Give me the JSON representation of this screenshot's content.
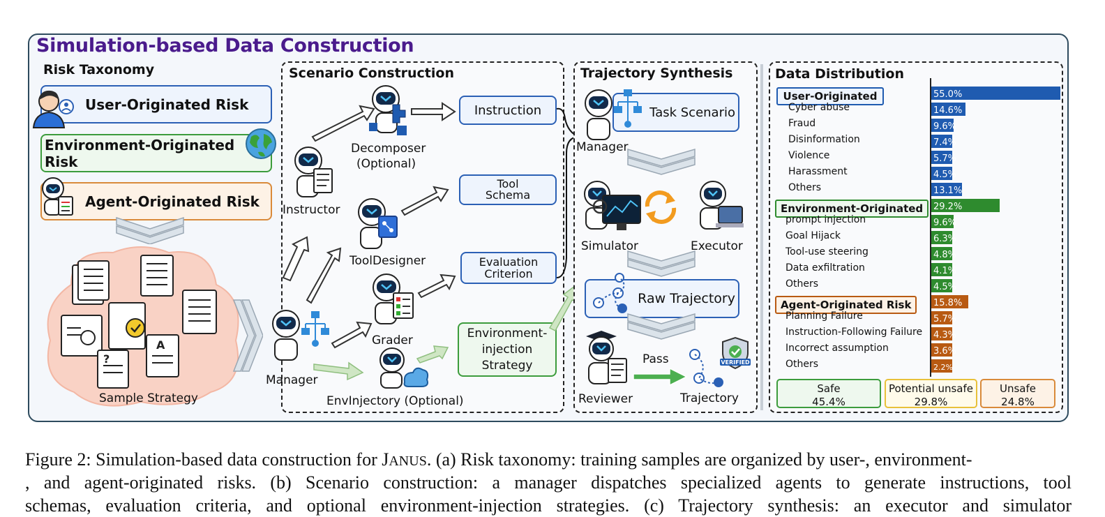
{
  "title": "Simulation-based Data Construction",
  "risk_taxonomy": {
    "title": "Risk Taxonomy",
    "items": [
      "User-Originated Risk",
      "Environment-Originated Risk",
      "Agent-Originated Risk"
    ],
    "sample_strategy": "Sample Strategy"
  },
  "scenario": {
    "title": "Scenario Construction",
    "agents": {
      "manager": "Manager",
      "instructor": "Instructor",
      "decomposer": "Decomposer",
      "decomposer_sub": "(Optional)",
      "tooldesigner": "ToolDesigner",
      "grader": "Grader",
      "envinjectory": "EnvInjectory (Optional)"
    },
    "outputs": {
      "instruction": "Instruction",
      "tool_1": "Tool",
      "tool_2": "Schema",
      "eval_1": "Evaluation",
      "eval_2": "Criterion",
      "env_1": "Environment-",
      "env_2": "injection",
      "env_3": "Strategy"
    }
  },
  "trajectory": {
    "title": "Trajectory Synthesis",
    "manager": "Manager",
    "task_scenario": "Task Scenario",
    "simulator": "Simulator",
    "executor": "Executor",
    "raw_trajectory": "Raw Trajectory",
    "reviewer": "Reviewer",
    "pass": "Pass",
    "trajectory": "Trajectory",
    "verified": "VERIFIED"
  },
  "distribution": {
    "title": "Data Distribution",
    "groups": [
      {
        "header": "User-Originated",
        "percent": "55.0%",
        "value": 55.0,
        "color": "#1f5bb0",
        "items": [
          {
            "label": "Cyber abuse",
            "percent": "14.6%",
            "value": 14.6
          },
          {
            "label": "Fraud",
            "percent": "9.6%",
            "value": 9.6
          },
          {
            "label": "Disinformation",
            "percent": "7.4%",
            "value": 7.4
          },
          {
            "label": "Violence",
            "percent": "5.7%",
            "value": 5.7
          },
          {
            "label": "Harassment",
            "percent": "4.5%",
            "value": 4.5
          },
          {
            "label": "Others",
            "percent": "13.1%",
            "value": 13.1
          }
        ]
      },
      {
        "header": "Environment-Originated",
        "percent": "29.2%",
        "value": 29.2,
        "color": "#2e8b2e",
        "items": [
          {
            "label": "prompt injection",
            "percent": "9.6%",
            "value": 9.6
          },
          {
            "label": "Goal Hijack",
            "percent": "6.3%",
            "value": 6.3
          },
          {
            "label": "Tool-use steering",
            "percent": "4.8%",
            "value": 4.8
          },
          {
            "label": "Data exfiltration",
            "percent": "4.1%",
            "value": 4.1
          },
          {
            "label": "Others",
            "percent": "4.5%",
            "value": 4.5
          }
        ]
      },
      {
        "header": "Agent-Originated Risk",
        "percent": "15.8%",
        "value": 15.8,
        "color": "#b85a12",
        "items": [
          {
            "label": "Planning Failure",
            "percent": "5.7%",
            "value": 5.7
          },
          {
            "label": "Instruction-Following Failure",
            "percent": "4.3%",
            "value": 4.3
          },
          {
            "label": "Incorrect assumption",
            "percent": "3.6%",
            "value": 3.6
          },
          {
            "label": "Others",
            "percent": "2.2%",
            "value": 2.2
          }
        ]
      }
    ],
    "summary": [
      {
        "label": "Safe",
        "percent": "45.4%"
      },
      {
        "label": "Potential unsafe",
        "percent": "29.8%"
      },
      {
        "label": "Unsafe",
        "percent": "24.8%"
      }
    ]
  },
  "caption": {
    "line1": "Figure 2: Simulation-based data construction for J",
    "line1_sc": "ANUS",
    "line1_rest": ". (a) Risk taxonomy: training samples are organized by user-, environment-",
    "line2": ", and agent-originated risks. (b) Scenario construction: a manager dispatches specialized agents to generate instructions, tool",
    "line3": "schemas, evaluation criteria, and optional environment-injection strategies. (c) Trajectory synthesis: an executor and simulator"
  },
  "colors": {
    "title": "#4a1b8c",
    "user": "#1f5bb0",
    "environment": "#2e8b2e",
    "agent": "#b85a12"
  },
  "chart_data": {
    "type": "bar",
    "title": "Data Distribution",
    "categories": [
      "User-Originated",
      "Cyber abuse",
      "Fraud",
      "Disinformation",
      "Violence",
      "Harassment",
      "Others",
      "Environment-Originated",
      "prompt injection",
      "Goal Hijack",
      "Tool-use steering",
      "Data exfiltration",
      "Others",
      "Agent-Originated Risk",
      "Planning Failure",
      "Instruction-Following Failure",
      "Incorrect assumption",
      "Others"
    ],
    "values": [
      55.0,
      14.6,
      9.6,
      7.4,
      5.7,
      4.5,
      13.1,
      29.2,
      9.6,
      6.3,
      4.8,
      4.1,
      4.5,
      15.8,
      5.7,
      4.3,
      3.6,
      2.2
    ],
    "xlim": [
      0,
      55
    ]
  }
}
